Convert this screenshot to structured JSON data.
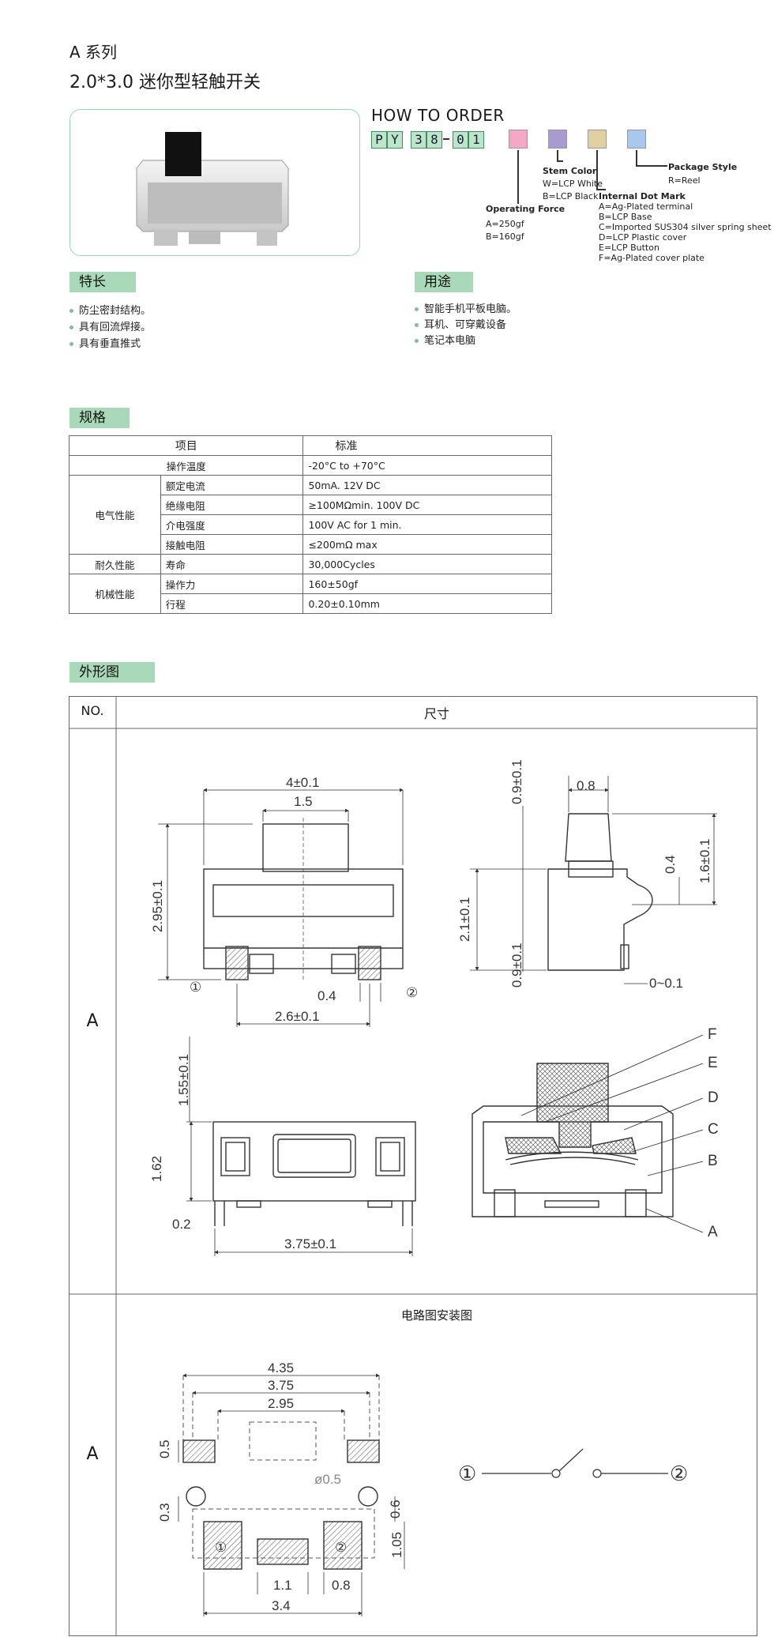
{
  "header": {
    "series": "A 系列",
    "subtitle": "2.0*3.0 迷你型轻触开关"
  },
  "order": {
    "title": "HOW TO ORDER",
    "codes": [
      "P",
      "Y",
      "3",
      "8",
      "0",
      "1"
    ],
    "swatch_colors": [
      "#f4a8c6",
      "#a99ad0",
      "#e1d0a2",
      "#a8c8ef"
    ],
    "operating_force": {
      "title": "Operating Force",
      "items": [
        "A=250gf",
        "B=160gf"
      ]
    },
    "stem_color": {
      "title": "Stem Color",
      "items": [
        "W=LCP White",
        "B=LCP Black"
      ]
    },
    "dot_mark": {
      "title": "Internal Dot Mark",
      "items": [
        "A=Ag-Plated terminal",
        "B=LCP Base",
        "C=Imported SUS304 silver spring sheet",
        "D=LCP Plastic cover",
        "E=LCP Button",
        "F=Ag-Plated cover plate"
      ]
    },
    "package_style": {
      "title": "Package Style",
      "items": [
        "R=Reel"
      ]
    }
  },
  "features": {
    "title": "特长",
    "items": [
      "防尘密封结构。",
      "具有回流焊接。",
      "具有垂直推式"
    ]
  },
  "usage": {
    "title": "用途",
    "items": [
      "智能手机平板电脑。",
      "耳机、可穿戴设备",
      "笔记本电脑"
    ]
  },
  "spec": {
    "title": "规格",
    "header": [
      "项目",
      "标准"
    ],
    "rows": {
      "temp": {
        "item": "操作温度",
        "value": "-20°C to +70°C"
      },
      "elec_group": "电气性能",
      "rated": {
        "item": "额定电流",
        "value": "50mA. 12V DC"
      },
      "insul": {
        "item": "绝缘电阻",
        "value": "≥100MΩmin. 100V DC"
      },
      "dielec": {
        "item": "介电强度",
        "value": "100V AC for 1 min."
      },
      "contact": {
        "item": "接触电阻",
        "value": "≤200mΩ max"
      },
      "dur_group": "耐久性能",
      "life": {
        "item": "寿命",
        "value": "30,000Cycles"
      },
      "mech_group": "机械性能",
      "force": {
        "item": "操作力",
        "value": "160±50gf"
      },
      "travel": {
        "item": "行程",
        "value": "0.20±0.10mm"
      }
    }
  },
  "outline": {
    "title": "外形图",
    "col_no": "NO.",
    "col_dim": "尺寸",
    "row1_no": "A",
    "row2_no": "A",
    "circuit_title": "电路图安装图",
    "dims": {
      "top_w": "4±0.1",
      "top_stem": "1.5",
      "top_h": "2.95±0.1",
      "top_gap": "0.4",
      "top_pad": "2.6±0.1",
      "side_09a": "0.9±0.1",
      "side_08": "0.8",
      "side_16": "1.6±0.1",
      "side_04": "0.4",
      "side_21": "2.1±0.1",
      "side_09b": "0.9±0.1",
      "side_0m": "0~0.1",
      "bot_155": "1.55±0.1",
      "bot_162": "1.62",
      "bot_02": "0.2",
      "bot_375": "3.75±0.1",
      "pcb_435": "4.35",
      "pcb_375": "3.75",
      "pcb_295": "2.95",
      "pcb_05": "0.5",
      "pcb_d05": "ø0.5",
      "pcb_03": "0.3",
      "pcb_06": "0.6",
      "pcb_105": "1.05",
      "pcb_11": "1.1",
      "pcb_08": "0.8",
      "pcb_34": "3.4"
    },
    "callouts": [
      "F",
      "E",
      "D",
      "C",
      "B",
      "A"
    ],
    "pins": [
      "①",
      "②"
    ]
  }
}
